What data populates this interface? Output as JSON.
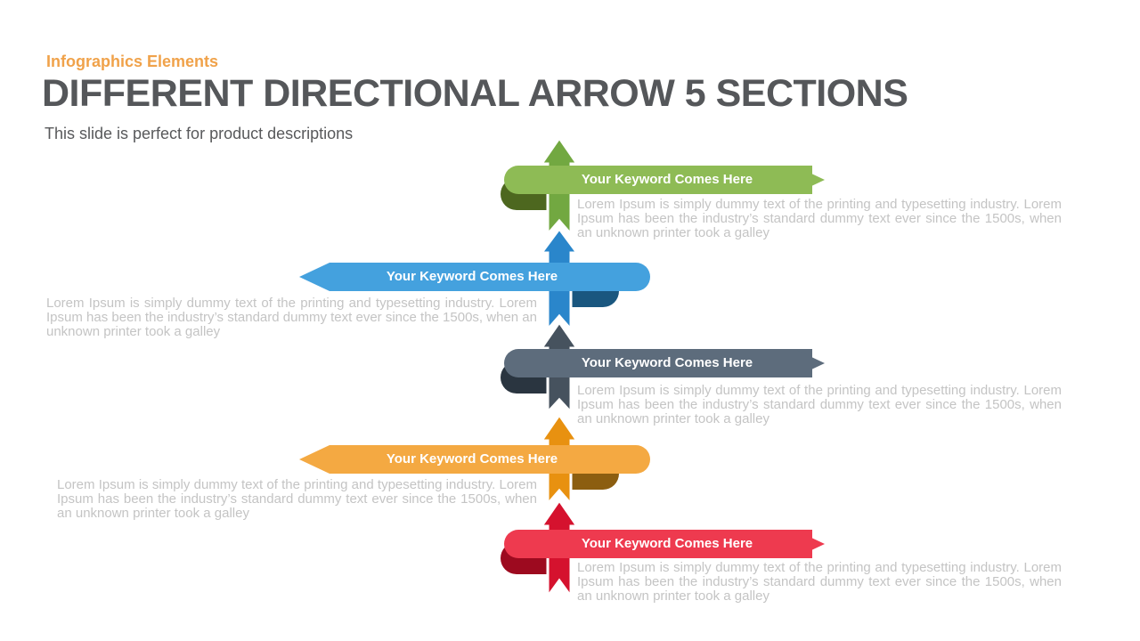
{
  "header": {
    "eyebrow": "Infographics Elements",
    "eyebrow_color": "#F0A24A",
    "title": "DIFFERENT DIRECTIONAL ARROW 5 SECTIONS",
    "title_color": "#55575A",
    "subtitle": "This slide is perfect for product descriptions",
    "subtitle_color": "#58595B"
  },
  "description_text_color": "#C4C4C4",
  "sections": [
    {
      "index": 1,
      "direction": "right",
      "keyword": "Your Keyword Comes Here",
      "description": "Lorem Ipsum is simply dummy text of the printing and typesetting industry. Lorem Ipsum has been the industry’s standard dummy text ever since the 1500s, when an unknown printer took a galley",
      "colors": {
        "ribbon": "#8EBB55",
        "vertical_arrow": "#72A841",
        "fold": "#4D671F"
      }
    },
    {
      "index": 2,
      "direction": "left",
      "keyword": "Your Keyword Comes Here",
      "description": "Lorem Ipsum is simply dummy text of the printing and typesetting industry. Lorem Ipsum has been the industry’s standard dummy text ever since the 1500s, when an unknown printer took a galley",
      "colors": {
        "ribbon": "#44A1DE",
        "vertical_arrow": "#2A86CB",
        "fold": "#1A577F"
      }
    },
    {
      "index": 3,
      "direction": "right",
      "keyword": "Your Keyword Comes Here",
      "description": "Lorem Ipsum is simply dummy text of the printing and typesetting industry. Lorem Ipsum has been the industry’s standard dummy text ever since the 1500s, when an unknown printer took a galley",
      "colors": {
        "ribbon": "#5D6C7C",
        "vertical_arrow": "#46525E",
        "fold": "#2A3540"
      }
    },
    {
      "index": 4,
      "direction": "left",
      "keyword": "Your Keyword Comes Here",
      "description": "Lorem Ipsum is simply dummy text of the printing and typesetting industry. Lorem Ipsum has been the industry’s standard dummy text ever since the 1500s, when an unknown printer took a galley",
      "colors": {
        "ribbon": "#F4A942",
        "vertical_arrow": "#E89110",
        "fold": "#8C5E10"
      }
    },
    {
      "index": 5,
      "direction": "right",
      "keyword": "Your Keyword Comes Here",
      "description": "Lorem Ipsum is simply dummy text of the printing and typesetting industry. Lorem Ipsum has been the industry’s standard dummy text ever since the 1500s, when an unknown printer took a galley",
      "colors": {
        "ribbon": "#EE3A4F",
        "vertical_arrow": "#D5122E",
        "fold": "#9D0A1F"
      }
    }
  ]
}
